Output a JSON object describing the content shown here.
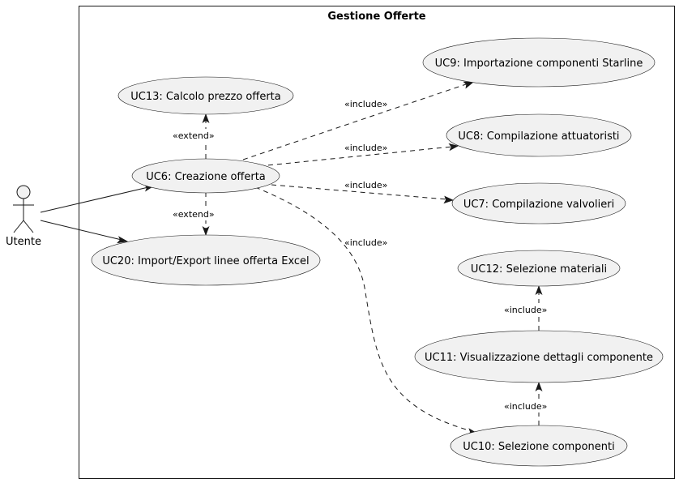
{
  "system": {
    "title": "Gestione Offerte"
  },
  "actor": {
    "name": "Utente"
  },
  "use_cases": {
    "uc9": "UC9: Importazione componenti Starline",
    "uc13": "UC13: Calcolo prezzo offerta",
    "uc8": "UC8: Compilazione attuatoristi",
    "uc6": "UC6: Creazione offerta",
    "uc7": "UC7: Compilazione valvolieri",
    "uc20": "UC20: Import/Export linee offerta Excel",
    "uc12": "UC12: Selezione materiali",
    "uc11": "UC11: Visualizzazione dettagli componente",
    "uc10": "UC10: Selezione componenti"
  },
  "relations": {
    "uc6_uc9": "«include»",
    "uc6_uc8": "«include»",
    "uc6_uc7": "«include»",
    "uc6_uc10": "«include»",
    "uc13_uc6": "«extend»",
    "uc20_uc6": "«extend»",
    "uc11_uc12": "«include»",
    "uc10_uc11": "«include»"
  },
  "colors": {
    "use_case_fill": "#f1f1f1",
    "stroke": "#181818",
    "background": "#ffffff"
  }
}
